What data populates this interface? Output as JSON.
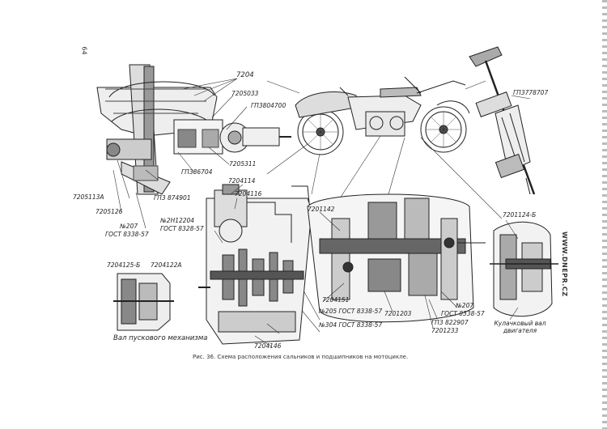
{
  "page_number": "64",
  "watermark": "WWW.DNEPR.CZ",
  "caption": "Рис. 36. Схема расположения сальников и подшипников на мотоцикле.",
  "labels": {
    "l7204": "7204",
    "l7205033": "7205033",
    "lgp3804700": "ГП3804700",
    "l7205311": "7205311",
    "lgp386704": "ГП386704",
    "lgp3874901": "ГП3 874901",
    "l7205113a": "7205113А",
    "l7205126": "7205126",
    "ln207_1": "№207",
    "lgost_1": "ГОСТ 8338-57",
    "l7204114": "7204114",
    "l7204116": "7204116",
    "ln2h12204": "№2Н12204",
    "lgost8328": "ГОСТ 8328-57",
    "l7204125b": "7204125-Б",
    "l7204122a": "7204122А",
    "lval_start": "Вал пускового механизма",
    "l7204151": "7204151",
    "ln205": "№205 ГОСТ 8338-57",
    "ln304": "№304 ГОСТ 8338-57",
    "l7204146": "7204146",
    "l7201142": "7201142",
    "l7201203": "7201203",
    "ln207_2": "№207",
    "lgost_2": "ГОСТ 8338-57",
    "lgp3822907": "ГП3 822907",
    "l7201233": "7201233",
    "lgp3778707": "ГП3778707",
    "l7201124b": "7201124-Б",
    "lcrank": "Кулачковый вал двигателя"
  }
}
